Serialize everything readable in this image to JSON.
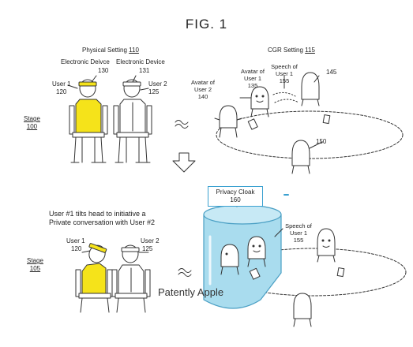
{
  "figure": {
    "title": "FIG. 1"
  },
  "top": {
    "physical_setting": {
      "label": "Physical Setting",
      "ref": "110"
    },
    "cgr_setting": {
      "label": "CGR Setting",
      "ref": "115"
    },
    "device1": {
      "label": "Electronic Deivce",
      "ref": "130"
    },
    "device2": {
      "label": "Electronic Device",
      "ref": "131"
    },
    "user1": {
      "label": "User 1",
      "ref": "120"
    },
    "user2": {
      "label": "User 2",
      "ref": "125"
    },
    "avatar1": {
      "label_line1": "Avatar of",
      "label_line2": "User 1",
      "ref": "135"
    },
    "avatar2": {
      "label_line1": "Avatar of",
      "label_line2": "User 2",
      "ref": "140"
    },
    "speech": {
      "label_line1": "Speech of",
      "label_line2": "User 1",
      "ref": "155"
    },
    "ref_145": "145",
    "ref_150": "150",
    "stage": {
      "label": "Stage",
      "ref": "100"
    }
  },
  "bottom": {
    "note_line1": "User #1 tilts head to initiative a",
    "note_line2": "Private conversation with User #2",
    "user1": {
      "label": "User 1",
      "ref": "120"
    },
    "user2": {
      "label": "User 2",
      "ref": "125"
    },
    "cloak": {
      "label": "Privacy Cloak",
      "ref": "160"
    },
    "speech": {
      "label_line1": "Speech of",
      "label_line2": "User 1",
      "ref": "155"
    },
    "stage": {
      "label": "Stage",
      "ref": "105"
    }
  },
  "watermark": "Patently Apple",
  "colors": {
    "highlight": "#f5e31a",
    "cloak_fill": "#a9dcee",
    "cloak_stroke": "#4a9fc4",
    "accent_dash": "#3aa0d0"
  }
}
